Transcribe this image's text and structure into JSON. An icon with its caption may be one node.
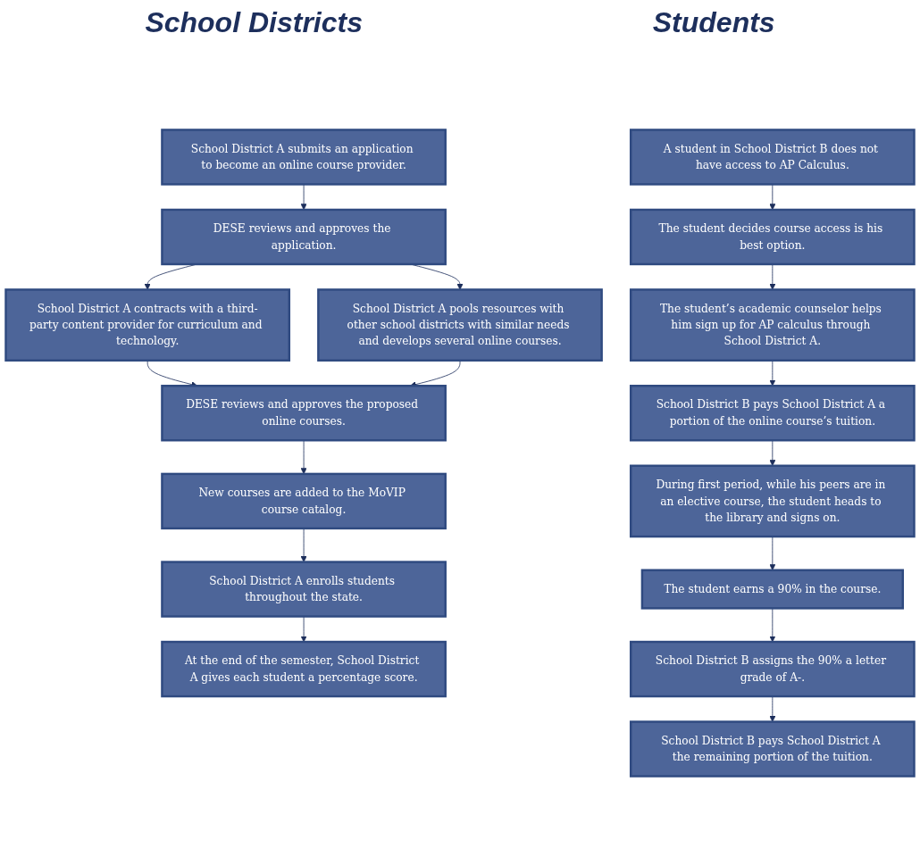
{
  "diagram": {
    "nodes": [
      {
        "text": [
          "School District A submits an application to become an online course provider."
        ]
      },
      {
        "text": [
          "DESE reviews and approves the application."
        ]
      },
      {
        "text": [
          "School District A contracts with a third-party content provider for curriculum and technology."
        ]
      },
      {
        "text": [
          "School District A pools resources with other school districts with similar needs and develops several online courses."
        ]
      },
      {
        "text": [
          "DESE reviews and approves the proposed online courses."
        ]
      },
      {
        "text": [
          "New courses are added to the MoVIP course catalog."
        ]
      },
      {
        "text": [
          "School District A enrolls students throughout the state."
        ]
      },
      {
        "text": [
          "At the end of the semester, School District A gives each student a percentage score."
        ]
      },
      {
        "text": [
          "A student in School District B does not have access to AP Calculus."
        ]
      },
      {
        "text": [
          "The student decides course access is his best option."
        ]
      },
      {
        "text": [
          "The student’s academic counselor helps him sign up for AP calculus through School District A."
        ]
      },
      {
        "text": [
          "School District B pays School District A a portion of the online course’s tuition."
        ]
      },
      {
        "text": [
          "During first period, while his peers are in an elective course, the student heads to the library and signs on."
        ]
      },
      {
        "text": [
          "The student earns a 90% in the course."
        ]
      },
      {
        "text": [
          "School District B assigns the 90% a letter grade of A-."
        ]
      },
      {
        "text": [
          "School District B pays School District A the remaining portion of the tuition."
        ]
      }
    ],
    "edges": [
      {
        "from": 0,
        "to": 1,
        "arrow": "to"
      },
      {
        "from": 1,
        "to": 2,
        "arrow": "to"
      },
      {
        "from": 1,
        "to": 3,
        "arrow": "to"
      },
      {
        "from": 2,
        "to": 4,
        "arrow": "to"
      },
      {
        "from": 3,
        "to": 4,
        "arrow": "to"
      },
      {
        "from": 4,
        "to": 5,
        "arrow": "to"
      },
      {
        "from": 5,
        "to": 6,
        "arrow": "to"
      },
      {
        "from": 6,
        "to": 7,
        "arrow": "to"
      },
      {
        "from": 8,
        "to": 9,
        "arrow": "to"
      },
      {
        "from": 9,
        "to": 10,
        "arrow": "to"
      },
      {
        "from": 10,
        "to": 11,
        "arrow": "to"
      },
      {
        "from": 11,
        "to": 12,
        "arrow": "to"
      },
      {
        "from": 12,
        "to": 13,
        "arrow": "to"
      },
      {
        "from": 13,
        "to": 14,
        "arrow": "to"
      },
      {
        "from": 14,
        "to": 15,
        "arrow": "to"
      }
    ],
    "labels": [
      "School Districts",
      "Students"
    ]
  }
}
